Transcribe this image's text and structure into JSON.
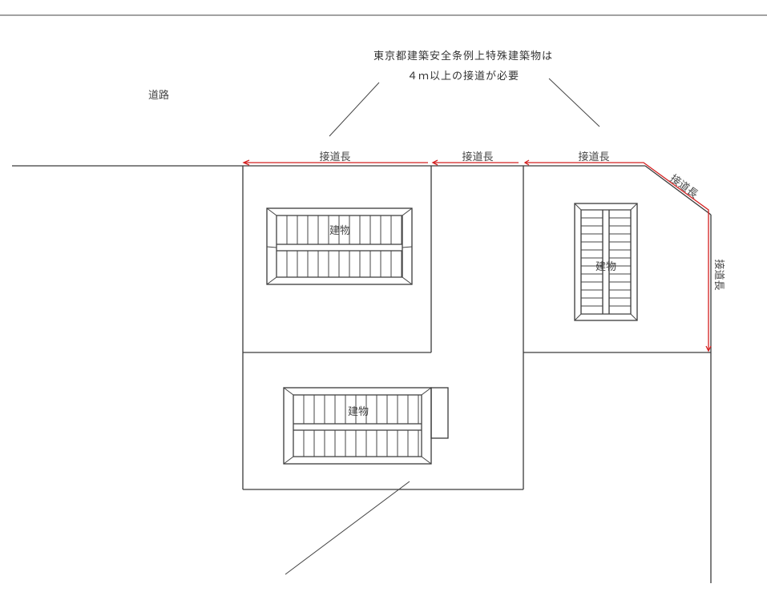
{
  "colors": {
    "line": "#3a3a3a",
    "frontage": "#d42020",
    "background": "#ffffff"
  },
  "labels": {
    "road": "道路",
    "note_line1": "東京都建築安全条例上特殊建築物は",
    "note_line2": "４ｍ以上の接道が必要",
    "frontage": "接道長",
    "building": "建物"
  }
}
